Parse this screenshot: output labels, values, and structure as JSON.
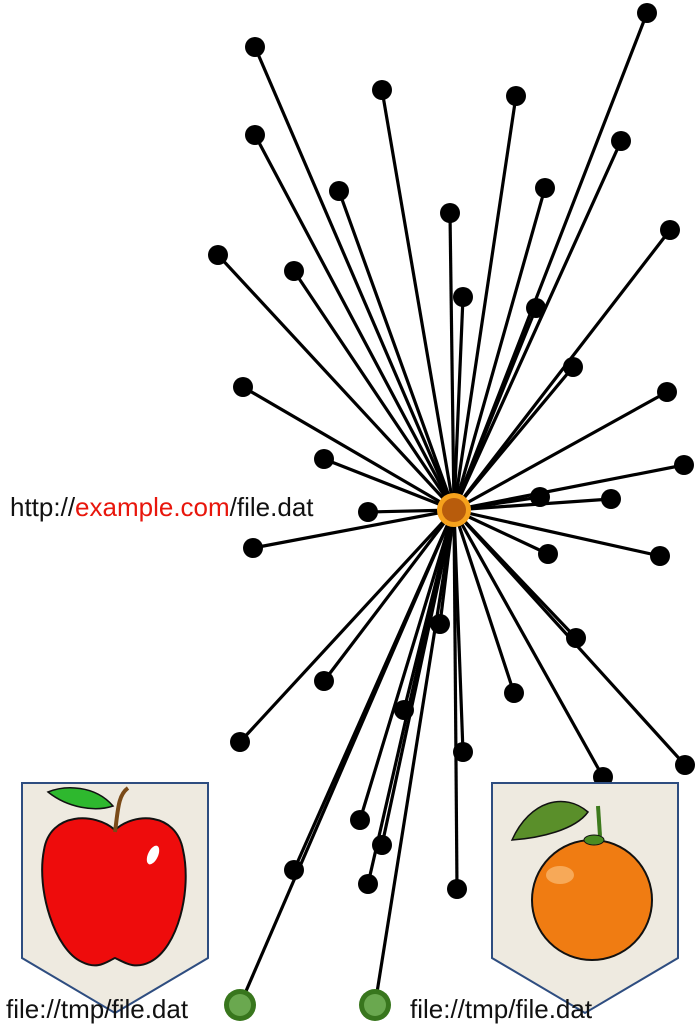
{
  "hub_label": {
    "prefix": "http://",
    "host": "example.com",
    "suffix": "/file.dat"
  },
  "left_file_label": "file://tmp/file.dat",
  "right_file_label": "file://tmp/file.dat",
  "colors": {
    "host_text": "#e8160c",
    "line": "#000000",
    "node": "#000000",
    "hub_fill": "#b85c0c",
    "hub_ring": "#f5a11c",
    "file_node_fill": "#6aa84f",
    "file_node_ring": "#38761d",
    "pocket_fill": "#eeeae0",
    "pocket_border": "#2e4d80"
  },
  "icons": {
    "left_pocket": "apple-icon",
    "right_pocket": "orange-icon"
  }
}
